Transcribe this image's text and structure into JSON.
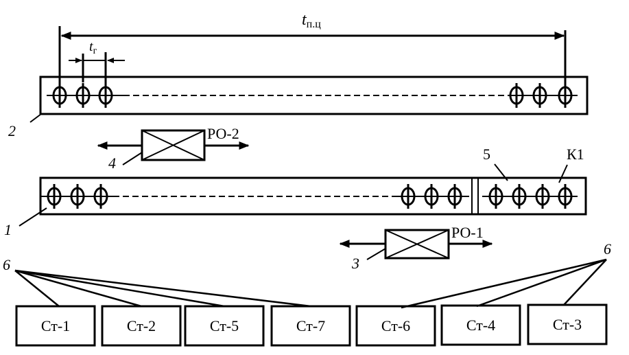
{
  "dimensions": {
    "total_pitch": {
      "symbol": "t",
      "subscript": "п.ц"
    },
    "group_pitch": {
      "symbol": "t",
      "subscript": "г"
    }
  },
  "callouts": {
    "bar_1": "1",
    "bar_2": "2",
    "carriage_3": "3",
    "carriage_4": "4",
    "section_5": "5",
    "cell_k1": "К1",
    "stations_left": "6",
    "stations_right": "6"
  },
  "carriages": {
    "ro1": "РО-1",
    "ro2": "РО-2"
  },
  "stations": [
    "Ст-1",
    "Ст-2",
    "Ст-5",
    "Ст-7",
    "Ст-6",
    "Ст-4",
    "Ст-3"
  ],
  "colors": {
    "ink": "#000000",
    "background": "#ffffff"
  }
}
